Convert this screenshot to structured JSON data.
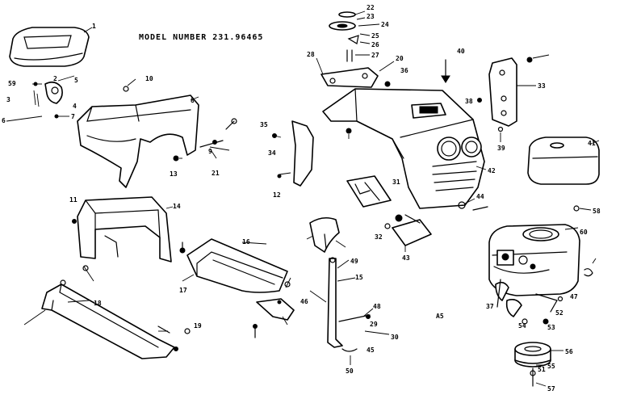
{
  "title": "MODEL NUMBER 231.96465",
  "page_ref": "A5",
  "callouts": {
    "c1": "1",
    "c2": "2",
    "c3": "3",
    "c4": "4",
    "c5": "5",
    "c6": "6",
    "c7": "7",
    "c8": "8",
    "c9": "9",
    "c10": "10",
    "c11": "11",
    "c12": "12",
    "c13": "13",
    "c14": "14",
    "c15": "15",
    "c16": "16",
    "c17": "17",
    "c18": "18",
    "c19": "19",
    "c20": "20",
    "c21": "21",
    "c22": "22",
    "c23": "23",
    "c24": "24",
    "c25": "25",
    "c26": "26",
    "c27": "27",
    "c28": "28",
    "c29": "29",
    "c30": "30",
    "c31": "31",
    "c32": "32",
    "c33": "33",
    "c34": "34",
    "c35": "35",
    "c36": "36",
    "c37": "37",
    "c38": "38",
    "c39": "39",
    "c40": "40",
    "c41": "41",
    "c42": "42",
    "c43": "43",
    "c44": "44",
    "c45": "45",
    "c46": "46",
    "c47": "47",
    "c48": "48",
    "c49": "49",
    "c50": "50",
    "c51": "51",
    "c52": "52",
    "c53": "53",
    "c54": "54",
    "c55": "55",
    "c56": "56",
    "c57": "57",
    "c58": "58",
    "c59": "59",
    "c60": "60"
  }
}
